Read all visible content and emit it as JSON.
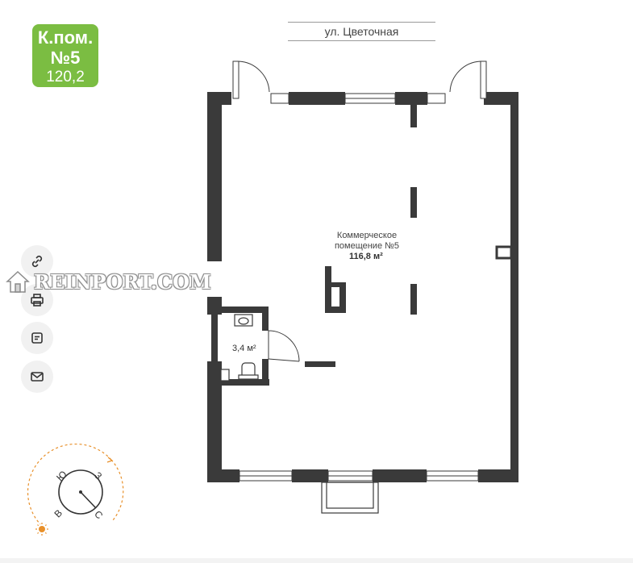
{
  "unit_badge": {
    "title": "К.пом.",
    "number": "№5",
    "area": "120,2",
    "color": "#7bbd42"
  },
  "street": {
    "name": "ул. Цветочная"
  },
  "rooms": {
    "main": {
      "name_line1": "Коммерческое",
      "name_line2": "помещение №5",
      "area": "116,8 м²"
    },
    "bathroom": {
      "area": "3,4 м²"
    }
  },
  "toolbar": {
    "items": [
      {
        "icon": "link-icon"
      },
      {
        "icon": "print-icon"
      },
      {
        "icon": "document-icon"
      },
      {
        "icon": "mail-icon"
      }
    ]
  },
  "compass": {
    "labels": [
      "Ю",
      "З",
      "В",
      "С"
    ],
    "sun_icon": "sun-icon",
    "accent": "#e8902a"
  },
  "watermark": {
    "text": "REINPORT.COM"
  },
  "colors": {
    "wall": "#3a3a3a",
    "accent_green": "#7bbd42"
  }
}
